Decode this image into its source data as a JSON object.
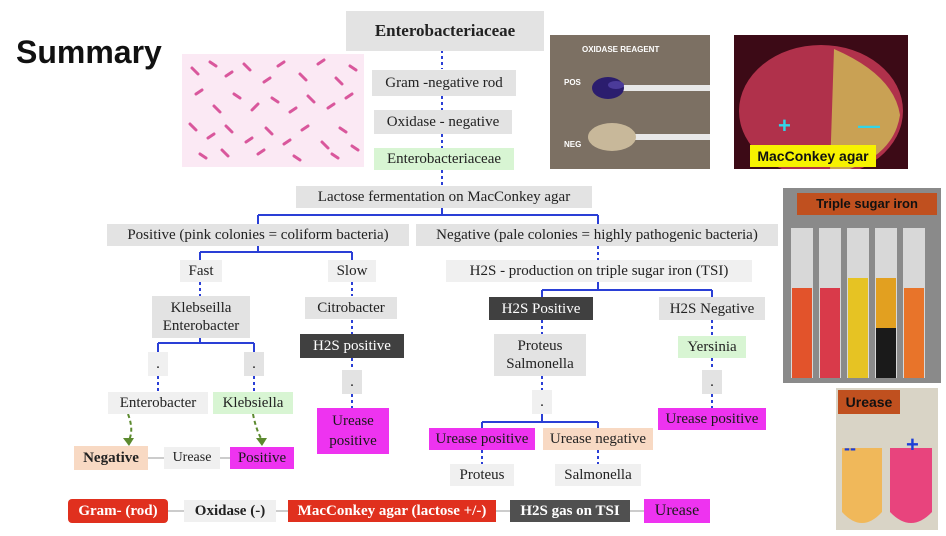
{
  "title": "Summary",
  "diagram": {
    "root": "Enterobacteriaceae",
    "gram": "Gram -negative rod",
    "oxidase": "Oxidase - negative",
    "family": "Enterobacteriaceae",
    "lactose": "Lactose fermentation on MacConkey agar",
    "positive": "Positive (pink colonies = coliform bacteria)",
    "negative": "Negative (pale colonies = highly pathogenic bacteria)",
    "fast": "Fast",
    "slow": "Slow",
    "h2s_tsi": "H2S - production on triple sugar iron (TSI)",
    "klebs_entero": "Klebseilla Enterobacter",
    "citrobacter": "Citrobacter",
    "h2s_positive_small": "H2S positive",
    "h2s_positive": "H2S Positive",
    "h2s_negative": "H2S Negative",
    "proteus_salmonella": "Proteus Salmonella",
    "yersinia": "Yersinia",
    "dot": ".",
    "enterobacter": "Enterobacter",
    "klebsiella": "Klebsiella",
    "urease_positive_citro": "Urease positive",
    "urease_positive_yersinia": "Urease positive",
    "urease_positive": "Urease positive",
    "urease_negative": "Urease negative",
    "proteus": "Proteus",
    "salmonella": "Salmonella",
    "negative_result": "Negative",
    "urease": "Urease",
    "positive_result": "Positive"
  },
  "reference_chain": [
    "Gram- (rod)",
    "Oxidase (-)",
    "MacConkey agar (lactose +/-)",
    "H2S gas on TSI",
    "Urease"
  ],
  "photos": {
    "oxidase_title": "OXIDASE REAGENT",
    "oxidase_pos": "POS",
    "oxidase_neg": "NEG",
    "macconkey_plus": "+",
    "macconkey_minus": "—",
    "macconkey_label": "MacConkey agar",
    "tsi_label": "Triple sugar iron",
    "urease_label": "Urease",
    "urease_minus": "--",
    "urease_plus": "+"
  },
  "colors": {
    "connector": "#2a3fd6",
    "arrow": "#5c8a2f",
    "reference_red": "#e0301e",
    "magenta": "#ee33f0",
    "macconkey_label_bg": "#f7f200",
    "tsi_label_bg": "#c0501f"
  }
}
